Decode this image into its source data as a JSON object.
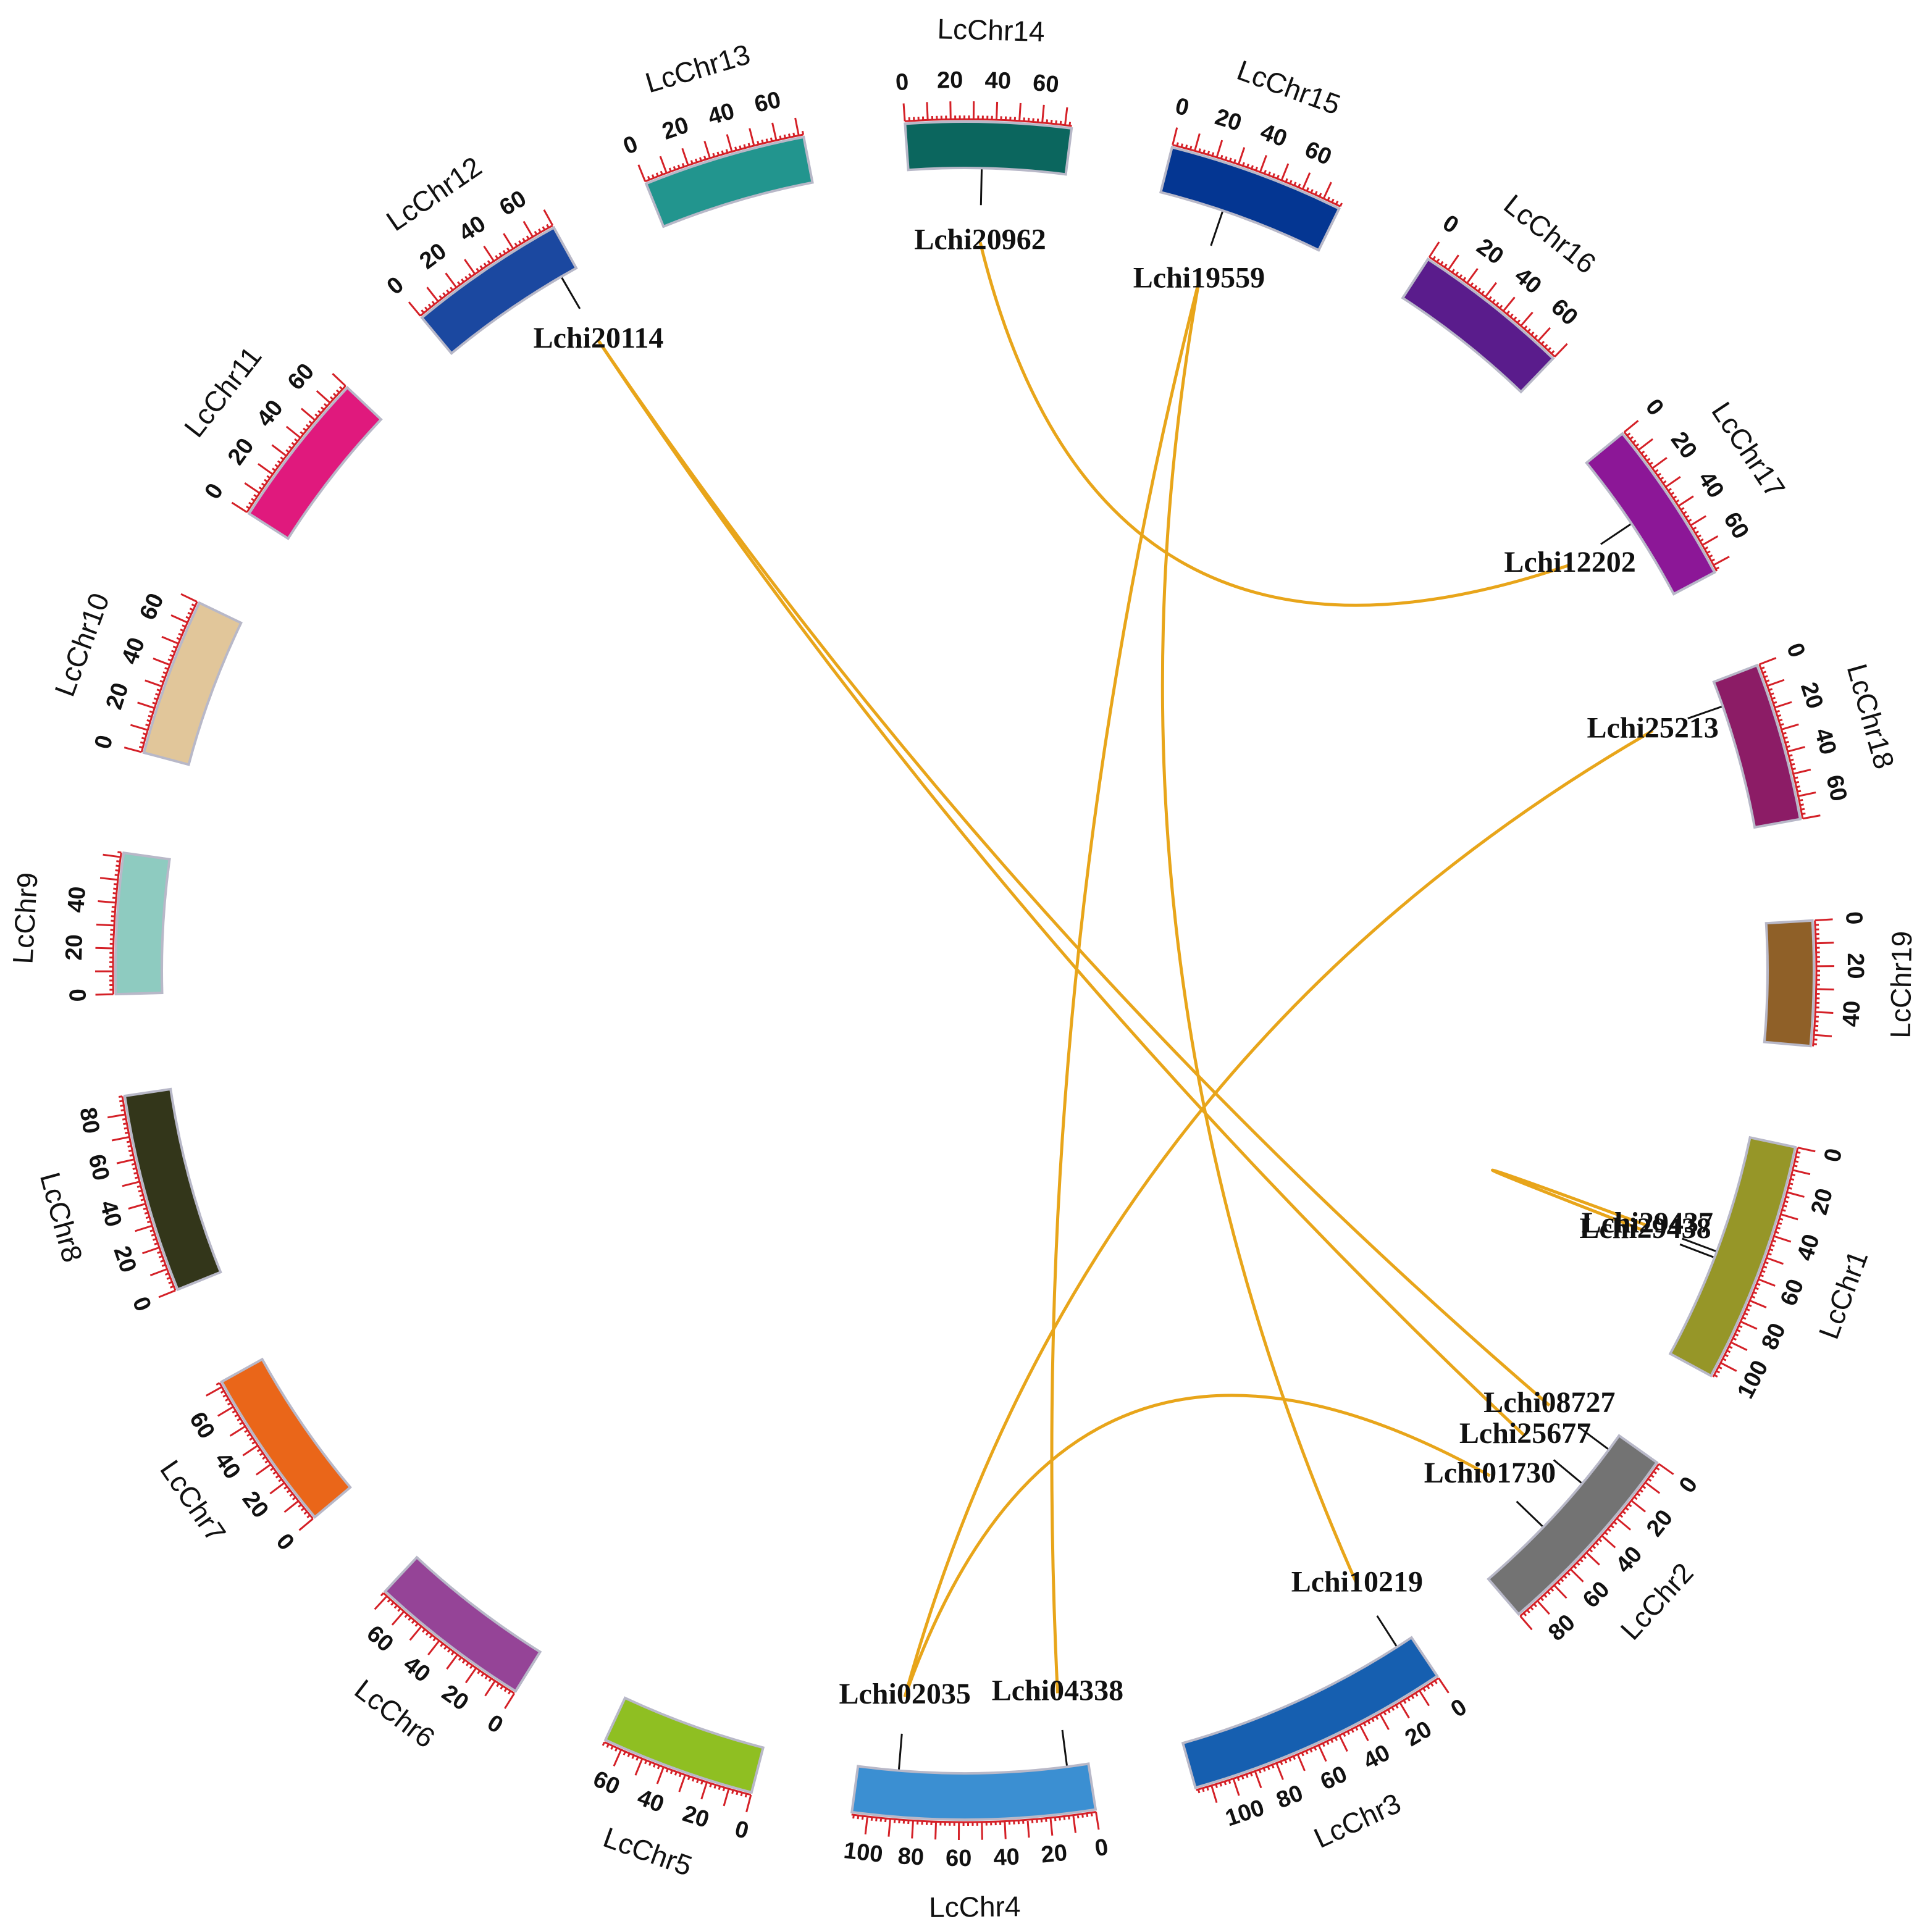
{
  "colors": {
    "tick": "#d42027",
    "link": "#e8a51a",
    "leader": "#111111",
    "band_edge": "#b8b8c8"
  },
  "chromosomes": [
    {
      "id": "LcChr1",
      "name": "LcChr1",
      "length": 107,
      "color": "#969628",
      "tick_labels": [
        "0",
        "20",
        "40",
        "60",
        "80",
        "100"
      ]
    },
    {
      "id": "LcChr2",
      "name": "LcChr2",
      "length": 90,
      "color": "#737373",
      "tick_labels": [
        "0",
        "20",
        "40",
        "60",
        "80"
      ]
    },
    {
      "id": "LcChr3",
      "name": "LcChr3",
      "length": 117,
      "color": "#165fb0",
      "tick_labels": [
        "0",
        "20",
        "40",
        "60",
        "80",
        "100"
      ]
    },
    {
      "id": "LcChr4",
      "name": "LcChr4",
      "length": 107,
      "color": "#3b8fd2",
      "tick_labels": [
        "0",
        "20",
        "40",
        "60",
        "80",
        "100"
      ]
    },
    {
      "id": "LcChr5",
      "name": "LcChr5",
      "length": 68,
      "color": "#8fbf22",
      "tick_labels": [
        "0",
        "20",
        "40",
        "60"
      ]
    },
    {
      "id": "LcChr6",
      "name": "LcChr6",
      "length": 72,
      "color": "#954497",
      "tick_labels": [
        "0",
        "20",
        "40",
        "60"
      ]
    },
    {
      "id": "LcChr7",
      "name": "LcChr7",
      "length": 72,
      "color": "#ea6619",
      "tick_labels": [
        "0",
        "20",
        "40",
        "60"
      ]
    },
    {
      "id": "LcChr8",
      "name": "LcChr8",
      "length": 88,
      "color": "#33361a",
      "tick_labels": [
        "0",
        "20",
        "40",
        "60",
        "80"
      ]
    },
    {
      "id": "LcChr9",
      "name": "LcChr9",
      "length": 62,
      "color": "#8ecbc0",
      "tick_labels": [
        "0",
        "20",
        "40"
      ]
    },
    {
      "id": "LcChr10",
      "name": "LcChr10",
      "length": 70,
      "color": "#e1c69a",
      "tick_labels": [
        "0",
        "20",
        "40",
        "60"
      ]
    },
    {
      "id": "LcChr11",
      "name": "LcChr11",
      "length": 70,
      "color": "#e0197d",
      "tick_labels": [
        "0",
        "20",
        "40",
        "60"
      ]
    },
    {
      "id": "LcChr12",
      "name": "LcChr12",
      "length": 70,
      "color": "#1b48a0",
      "tick_labels": [
        "0",
        "20",
        "40",
        "60"
      ]
    },
    {
      "id": "LcChr13",
      "name": "LcChr13",
      "length": 72,
      "color": "#22958e",
      "tick_labels": [
        "0",
        "20",
        "40",
        "60"
      ]
    },
    {
      "id": "LcChr14",
      "name": "LcChr14",
      "length": 73,
      "color": "#0b665e",
      "tick_labels": [
        "0",
        "20",
        "40",
        "60"
      ]
    },
    {
      "id": "LcChr15",
      "name": "LcChr15",
      "length": 78,
      "color": "#043692",
      "tick_labels": [
        "0",
        "20",
        "40",
        "60"
      ]
    },
    {
      "id": "LcChr16",
      "name": "LcChr16",
      "length": 70,
      "color": "#5a1c8c",
      "tick_labels": [
        "0",
        "20",
        "40",
        "60"
      ]
    },
    {
      "id": "LcChr17",
      "name": "LcChr17",
      "length": 73,
      "color": "#8c1797",
      "tick_labels": [
        "0",
        "20",
        "40",
        "60"
      ]
    },
    {
      "id": "LcChr18",
      "name": "LcChr18",
      "length": 70,
      "color": "#8c1c66",
      "tick_labels": [
        "0",
        "20",
        "40",
        "60"
      ]
    },
    {
      "id": "LcChr19",
      "name": "LcChr19",
      "length": 55,
      "color": "#8f6028",
      "tick_labels": [
        "0",
        "20",
        "40"
      ]
    }
  ],
  "genes": [
    {
      "id": "Lchi29438",
      "label": "Lchi29438",
      "chr": "LcChr1",
      "pos": 58
    },
    {
      "id": "Lchi29437",
      "label": "Lchi29437",
      "chr": "LcChr1",
      "pos": 55
    },
    {
      "id": "Lchi08727",
      "label": "Lchi08727",
      "chr": "LcChr2",
      "pos": 8
    },
    {
      "id": "Lchi25677",
      "label": "Lchi25677",
      "chr": "LcChr2",
      "pos": 28
    },
    {
      "id": "Lchi01730",
      "label": "Lchi01730",
      "chr": "LcChr2",
      "pos": 55
    },
    {
      "id": "Lchi04338",
      "label": "Lchi04338",
      "chr": "LcChr4",
      "pos": 10
    },
    {
      "id": "Lchi02035",
      "label": "Lchi02035",
      "chr": "LcChr4",
      "pos": 88
    },
    {
      "id": "Lchi20114",
      "label": "Lchi20114",
      "chr": "LcChr12",
      "pos": 62
    },
    {
      "id": "Lchi20962",
      "label": "Lchi20962",
      "chr": "LcChr14",
      "pos": 34
    },
    {
      "id": "Lchi19559",
      "label": "Lchi19559",
      "chr": "LcChr15",
      "pos": 30
    },
    {
      "id": "Lchi12202",
      "label": "Lchi12202",
      "chr": "LcChr17",
      "pos": 35
    },
    {
      "id": "Lchi25213",
      "label": "Lchi25213",
      "chr": "LcChr18",
      "pos": 12
    },
    {
      "id": "Lchi10219",
      "label": "Lchi10219",
      "chr": "LcChr3",
      "pos": 8
    }
  ],
  "links": [
    {
      "from": "Lchi20114",
      "to": "Lchi25677"
    },
    {
      "from": "Lchi20114",
      "to": "Lchi08727"
    },
    {
      "from": "Lchi20962",
      "to": "Lchi12202"
    },
    {
      "from": "Lchi19559",
      "to": "Lchi04338"
    },
    {
      "from": "Lchi25213",
      "to": "Lchi02035"
    },
    {
      "from": "Lchi01730",
      "to": "Lchi02035"
    },
    {
      "from": "Lchi29437",
      "to": "Lchi29438"
    },
    {
      "from": "Lchi10219",
      "to": "Lchi19559"
    }
  ]
}
